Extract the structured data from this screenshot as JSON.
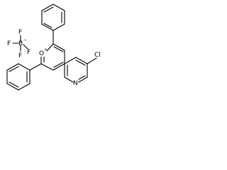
{
  "molecule": {
    "labels": {
      "boron": "B",
      "boron_charge": "−",
      "fluorine_top": "F",
      "fluorine_left": "F",
      "fluorine_bottom": "F",
      "fluorine_right": "F",
      "oxygen": "O",
      "oxygen_charge": "+",
      "chlorine": "Cl",
      "nitrogen": "N"
    }
  }
}
